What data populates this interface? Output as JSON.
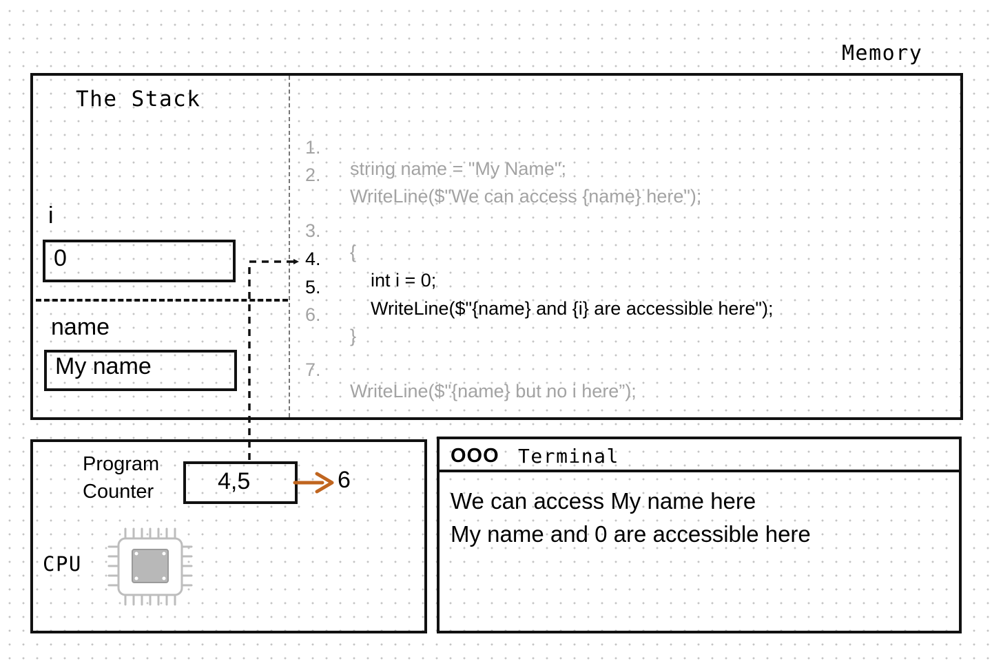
{
  "memory": {
    "label": "Memory",
    "stack_label": "The Stack",
    "variables": [
      {
        "name": "i",
        "value": "0"
      },
      {
        "name": "name",
        "value": "My name"
      }
    ]
  },
  "code": {
    "lines": [
      {
        "num": "1.",
        "text": "string name = \"My Name\";",
        "indent": false,
        "active": false
      },
      {
        "num": "2.",
        "text": "WriteLine($\"We can access {name} here\");",
        "indent": false,
        "active": false
      },
      {
        "num": "3.",
        "text": "{",
        "indent": false,
        "active": false
      },
      {
        "num": "4.",
        "text": "int i = 0;",
        "indent": true,
        "active": true
      },
      {
        "num": "5.",
        "text": "WriteLine($\"{name} and {i} are accessible here\");",
        "indent": true,
        "active": true
      },
      {
        "num": "6.",
        "text": "}",
        "indent": false,
        "active": false
      },
      {
        "num": "7.",
        "text": "WriteLine($\"{name} but no i here”);",
        "indent": false,
        "active": false
      }
    ]
  },
  "cpu": {
    "label": "CPU",
    "program_counter_label_1": "Program",
    "program_counter_label_2": "Counter",
    "program_counter_value": "4,5",
    "next_value": "6"
  },
  "terminal": {
    "title": "Terminal",
    "buttons": "OOO",
    "output": [
      "We can access My name here",
      "My name and 0 are accessible here"
    ]
  },
  "colors": {
    "arrow": "#c0651f",
    "dim_code": "#a3a3a3",
    "chip": "#bdbdbd"
  }
}
